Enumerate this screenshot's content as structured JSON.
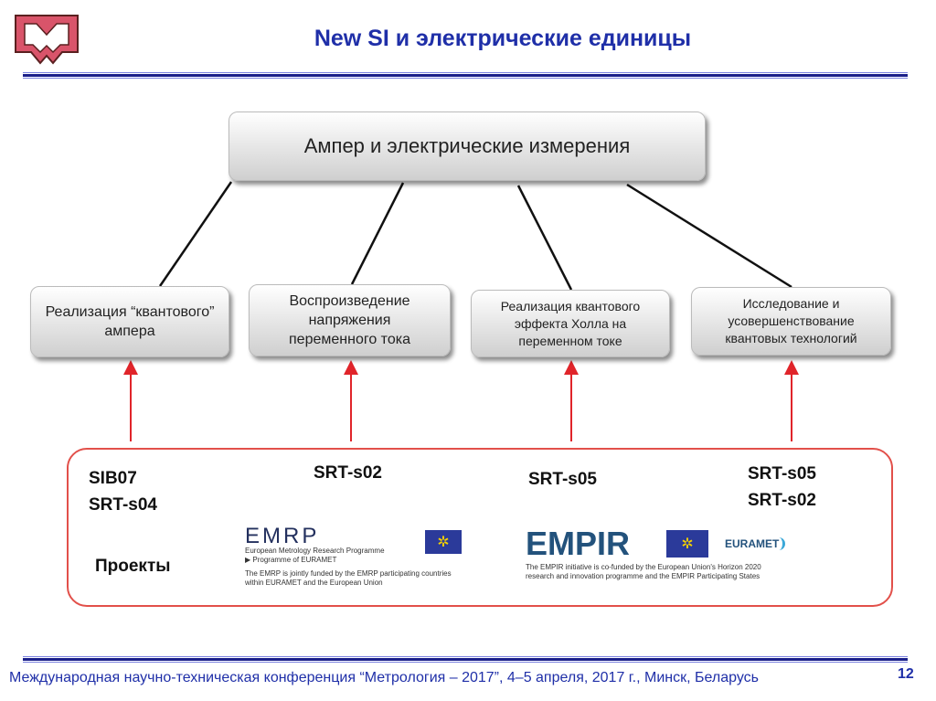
{
  "header": {
    "title": "New SI и электрические единицы",
    "logo_icon": "institute-m-logo"
  },
  "diagram": {
    "root": "Ампер и электрические измерения",
    "branches": [
      {
        "label": "Реализация “квантового” ампера",
        "projects": [
          "SIB07",
          "SRT-s04"
        ]
      },
      {
        "label": "Воспроизведение напряжения переменного тока",
        "projects": [
          "SRT-s02"
        ]
      },
      {
        "label": "Реализация квантового эффекта Холла на переменном токе",
        "projects": [
          "SRT-s05"
        ]
      },
      {
        "label": "Исследование и усовершенствование квантовых технологий",
        "projects": [
          "SRT-s05",
          "SRT-s02"
        ]
      }
    ],
    "projects_label": "Проекты"
  },
  "emrp": {
    "name": "EMRP",
    "subtitle": "European Metrology Research Programme",
    "programme": "▶ Programme of EURAMET",
    "note": "The EMRP is jointly funded by the EMRP participating countries within EURAMET and the European Union"
  },
  "empir": {
    "name": "EMPIR",
    "euramet": "EURAMET",
    "note": "The EMPIR initiative is co-funded by the European Union's Horizon 2020 research and innovation programme and the EMPIR Participating States"
  },
  "footer": {
    "text": "Международная научно-техническая конференция “Метрология – 2017”, 4–5 апреля, 2017 г., Минск, Беларусь",
    "page": "12"
  },
  "colors": {
    "title": "#1f2fa8",
    "arrow": "#e0242a",
    "panel": "#e2504a"
  }
}
